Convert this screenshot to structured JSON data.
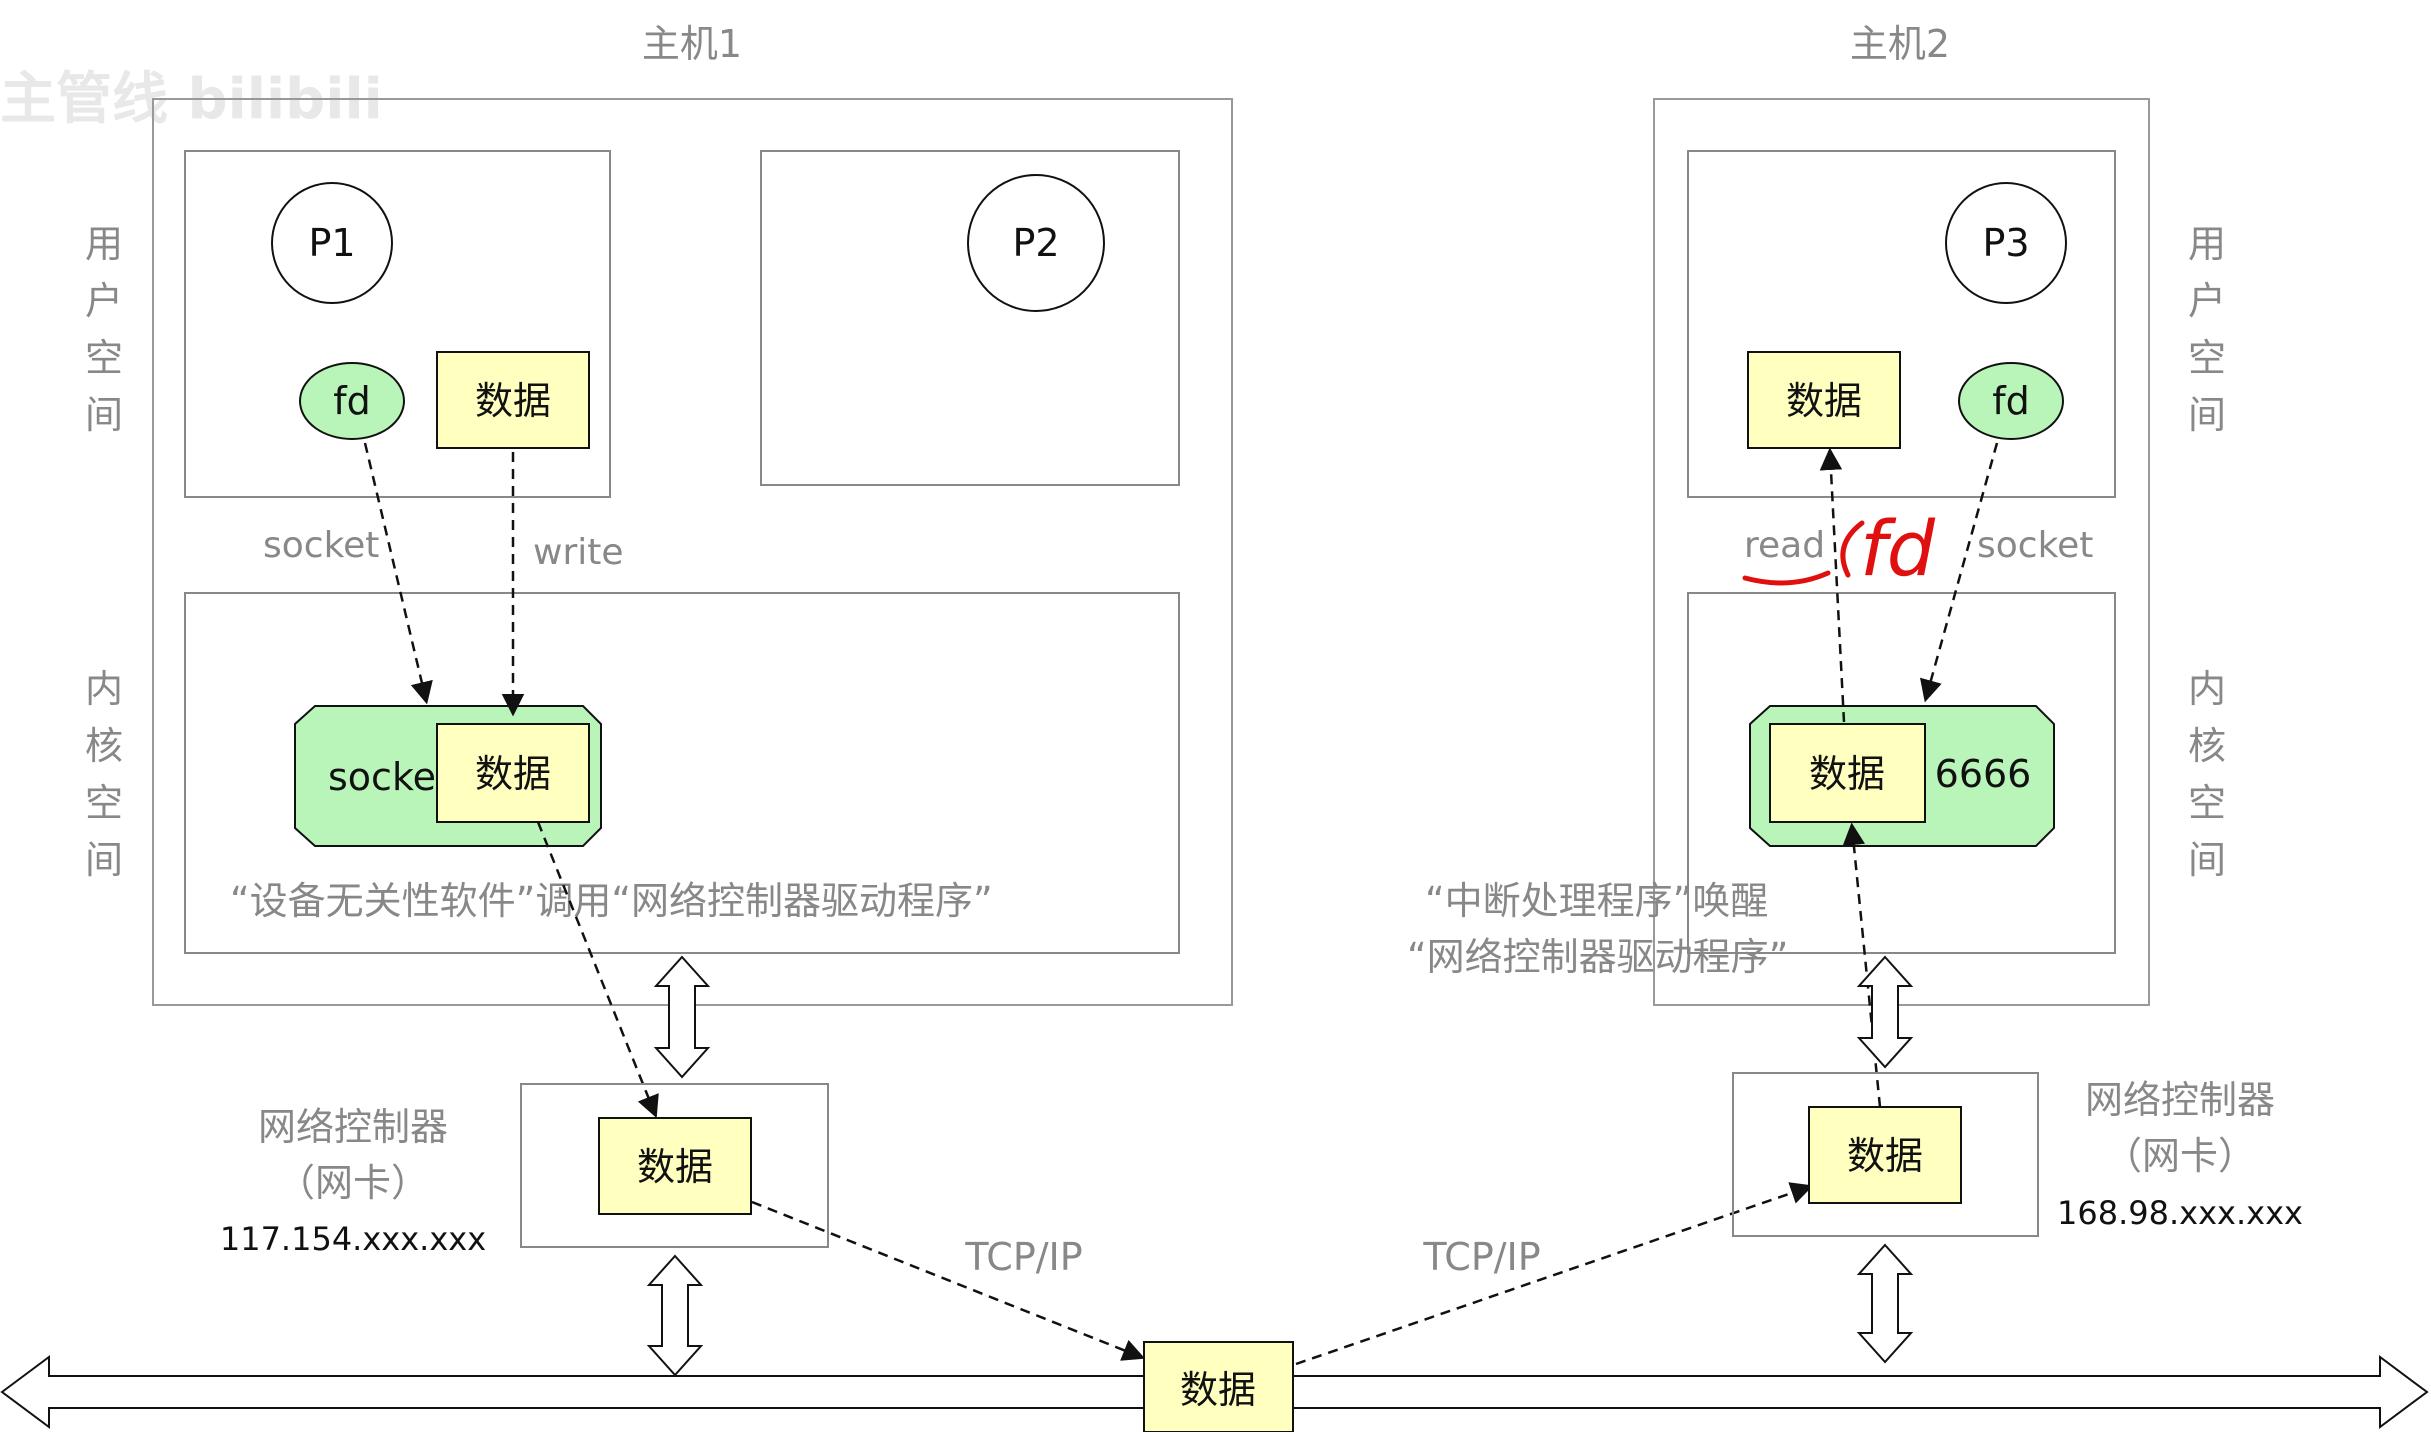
{
  "host1": {
    "title": "主机1"
  },
  "host2": {
    "title": "主机2"
  },
  "spaces": {
    "user_left": [
      "用",
      "户",
      "空",
      "间"
    ],
    "kernel_left": [
      "内",
      "核",
      "空",
      "间"
    ],
    "user_right": [
      "用",
      "户",
      "空",
      "间"
    ],
    "kernel_right": [
      "内",
      "核",
      "空",
      "间"
    ]
  },
  "processes": {
    "p1": "P1",
    "p2": "P2",
    "p3": "P3"
  },
  "fd_label": "fd",
  "data_label": "数据",
  "edges": {
    "socket": "socket",
    "write": "write",
    "read": "read",
    "tcpip": "TCP/IP"
  },
  "kernel1": {
    "socket_text": "socke",
    "note": "“设备无关性软件”调用“网络控制器驱动程序”"
  },
  "kernel2": {
    "port": "6666",
    "note_line1": "“中断处理程序”唤醒",
    "note_line2": "“网络控制器驱动程序”"
  },
  "nic": {
    "label_line1": "网络控制器",
    "label_line2": "（网卡）",
    "ip_left": "117.154.xxx.xxx",
    "ip_right": "168.98.xxx.xxx"
  },
  "annotation": {
    "handwritten": "fd"
  },
  "watermark": {
    "text": "主管线 bilibili"
  },
  "colors": {
    "green_fill": "#b9f5b9",
    "yellow_fill": "#ffffc0",
    "border": "#888888",
    "annotation_red": "#e01010"
  }
}
